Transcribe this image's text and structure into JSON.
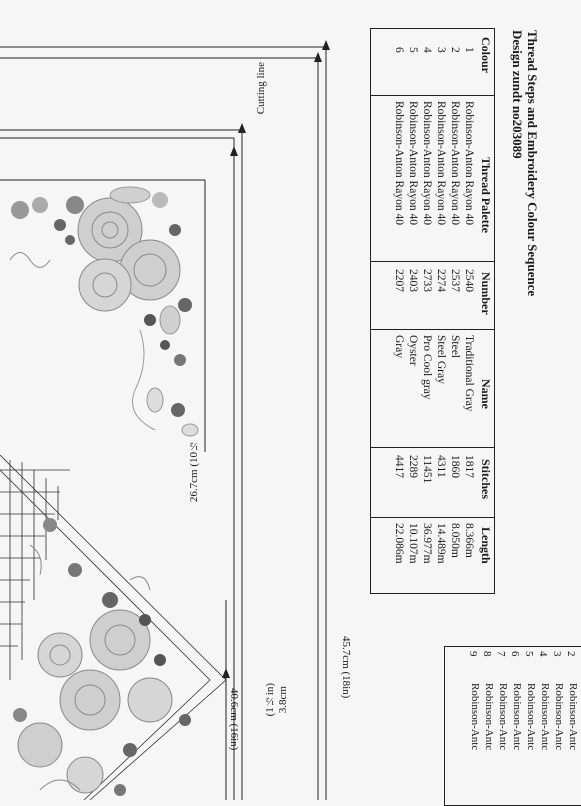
{
  "heading": {
    "line1": "Thread Steps and Embroidery Colour  Sequence",
    "line2": "Design zundt no203089"
  },
  "table": {
    "headers": [
      "Colour",
      "Thread Palette",
      "Number",
      "Name",
      "Stitches",
      "Length"
    ],
    "rows": [
      [
        "1",
        "Robinson-Anton Rayon 40",
        "2540",
        "Traditional Gray",
        "1817",
        "8.366m"
      ],
      [
        "2",
        "Robinson-Anton Rayon 40",
        "2537",
        "Steel",
        "1860",
        "8.050m"
      ],
      [
        "3",
        "Robinson-Anton Rayon 40",
        "2274",
        "Steel Gray",
        "4311",
        "14.489m"
      ],
      [
        "4",
        "Robinson-Anton Rayon 40",
        "2733",
        "Pro Cool gray",
        "11451",
        "36.977m"
      ],
      [
        "5",
        "Robinson-Anton Rayon 40",
        "2403",
        "Oyster",
        "2289",
        "10.107m"
      ],
      [
        "6",
        "Robinson-Anton Rayon 40",
        "2207",
        "Gray",
        "4417",
        "22.086m"
      ]
    ]
  },
  "side_table": {
    "numbers": [
      "2",
      "3",
      "4",
      "5",
      "6",
      "7",
      "8",
      "9"
    ],
    "names": [
      "Robinson-Antc",
      "Robinson-Antc",
      "Robinson-Antc",
      "Robinson-Antc",
      "Robinson-Antc",
      "Robinson-Antc",
      "Robinson-Antc",
      "Robinson-Antc"
    ]
  },
  "labels": {
    "cutting_line": "Cutting line",
    "dim_45": "45.7cm (18in)",
    "dim_40": "40.6cm (16in)",
    "dim_38": "3.8cm",
    "dim_112": "(1½in)",
    "dim_267": "26.7cm (10½"
  },
  "colors": {
    "ink": "#1a1a1a",
    "paper": "#f6f6f6",
    "flower_light": "#c9c9c9",
    "flower_dark": "#6e6e6e"
  }
}
